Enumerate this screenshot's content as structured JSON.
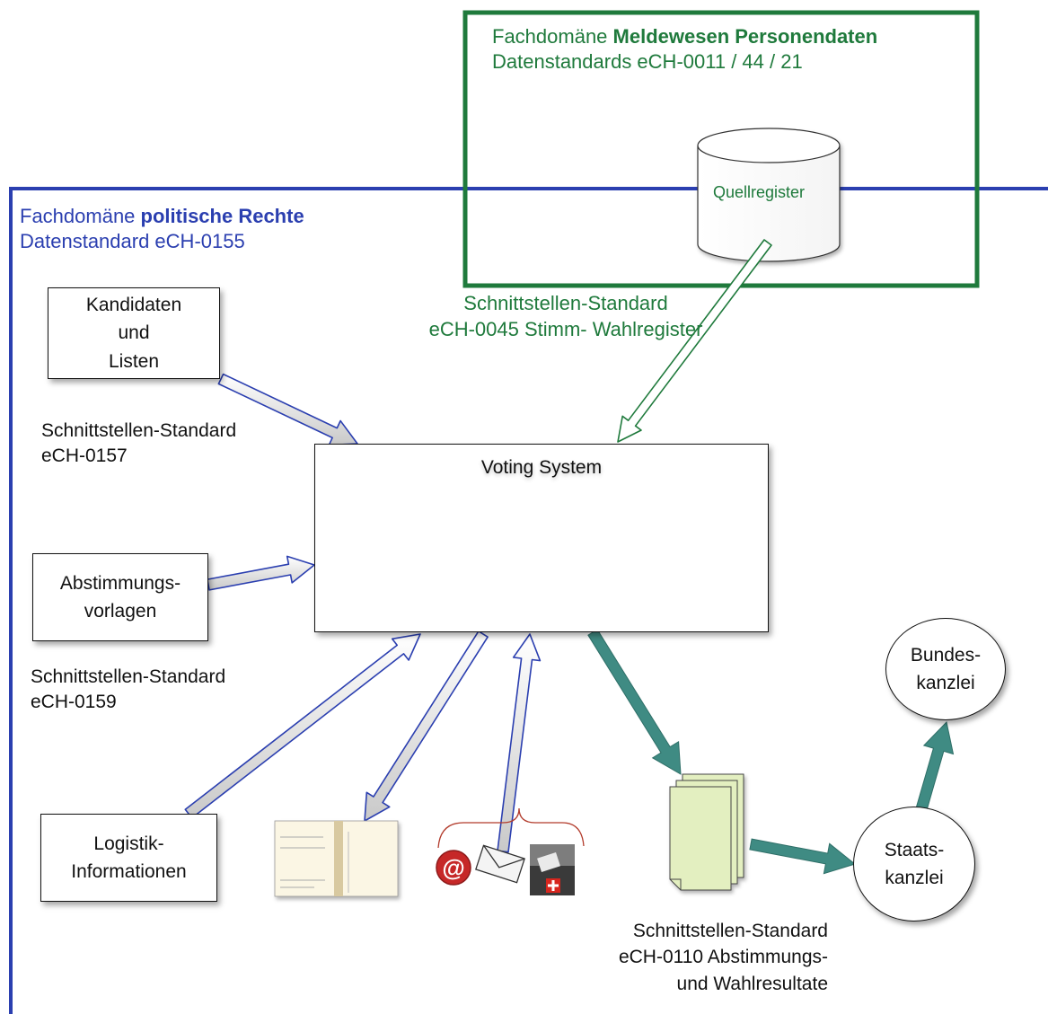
{
  "meldewesen": {
    "line1_prefix": "Fachdomäne ",
    "line1_bold": "Meldewesen Personendaten",
    "line2": "Datenstandards eCH-0011 / 44 / 21"
  },
  "quellregister": "Quellregister",
  "politische": {
    "line1_prefix": "Fachdomäne ",
    "line1_bold": "politische Rechte",
    "line2": "Datenstandard eCH-0155"
  },
  "interface_0045": {
    "line1": "Schnittstellen-Standard",
    "line2": "eCH-0045 Stimm- Wahlregister"
  },
  "kandidaten": {
    "line1": "Kandidaten",
    "line2": "und",
    "line3": "Listen"
  },
  "interface_0157": {
    "line1": "Schnittstellen-Standard",
    "line2": "eCH-0157"
  },
  "voting_system": "Voting System",
  "abstimmungs": {
    "line1": "Abstimmungs-",
    "line2": "vorlagen"
  },
  "interface_0159": {
    "line1": "Schnittstellen-Standard",
    "line2": "eCH-0159"
  },
  "logistik": {
    "line1": "Logistik-",
    "line2": "Informationen"
  },
  "bundeskanzlei": {
    "line1": "Bundes-",
    "line2": "kanzlei"
  },
  "staatskanzlei": {
    "line1": "Staats-",
    "line2": "kanzlei"
  },
  "interface_0110": {
    "line1": "Schnittstellen-Standard",
    "line2": "eCH-0110 Abstimmungs-",
    "line3": "und Wahlresultate"
  },
  "colors": {
    "green": "#1f7a3c",
    "blue": "#2b3fb0",
    "teal": "#3f8b83",
    "doc_fill": "#e3efc0"
  },
  "icons": [
    "email-at-icon",
    "envelope-icon",
    "ballot-box-icon",
    "voting-card-icon",
    "document-stack-icon"
  ]
}
